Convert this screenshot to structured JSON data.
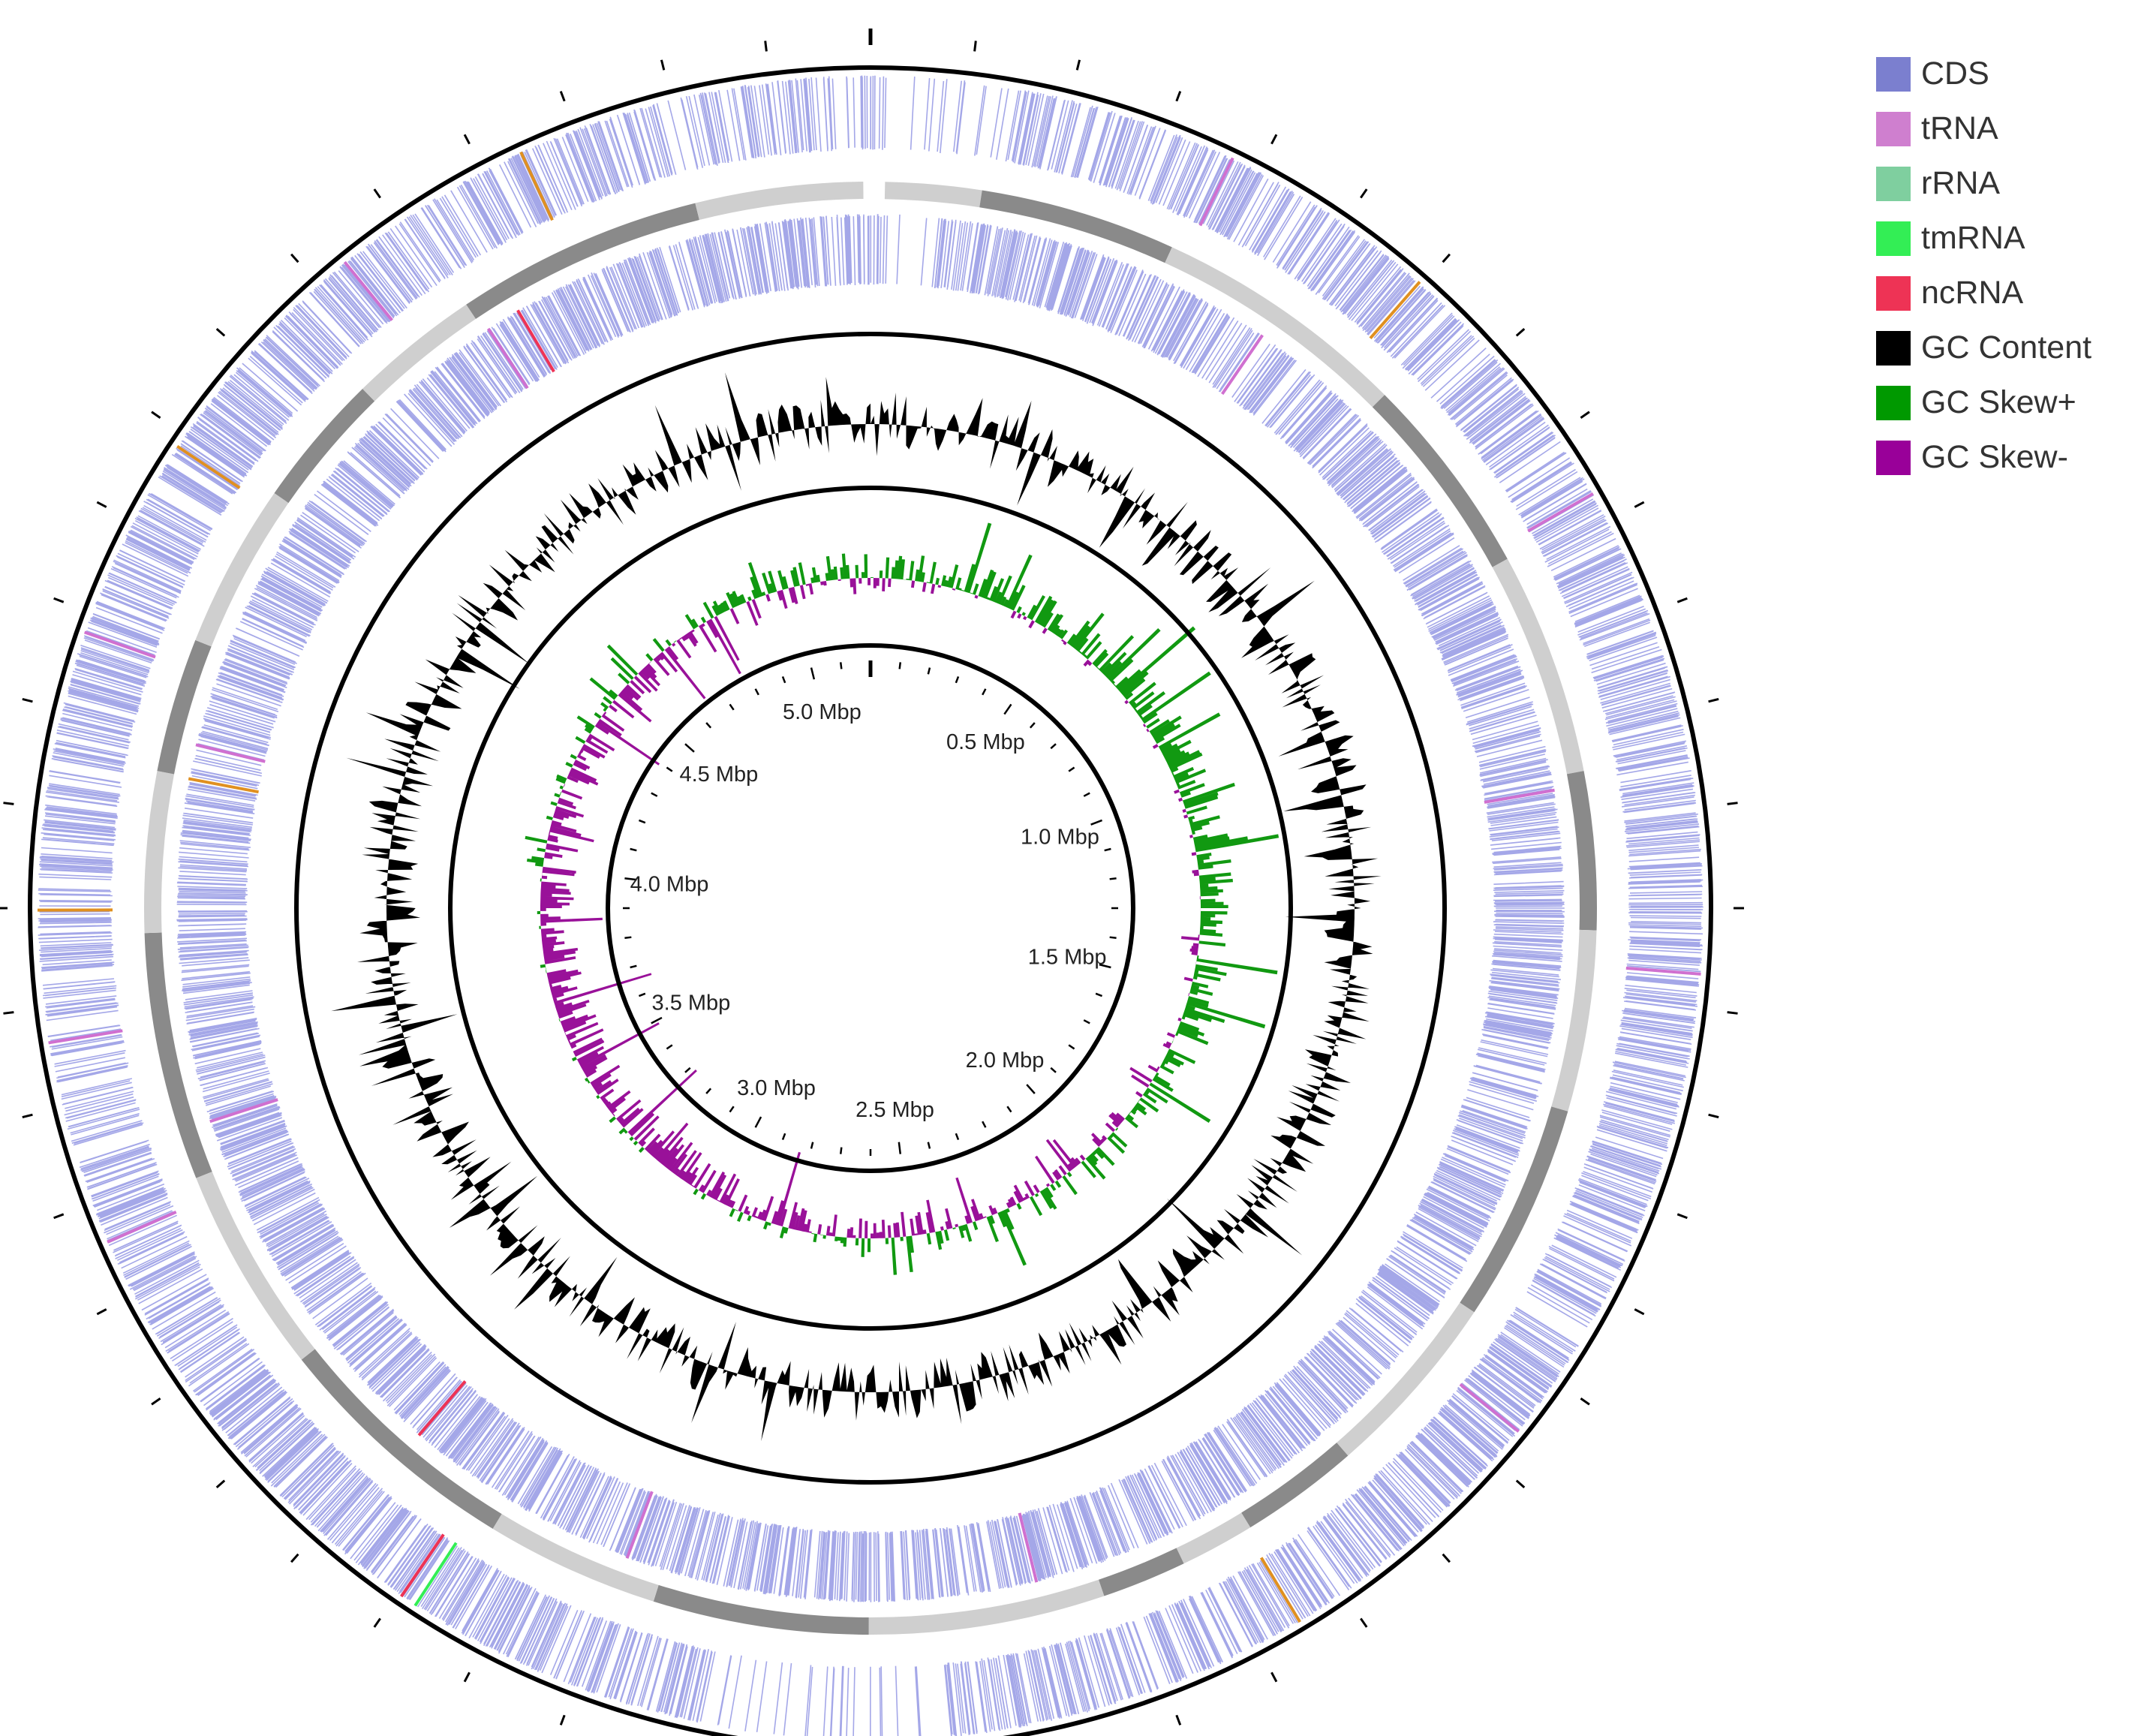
{
  "legend": {
    "items": [
      {
        "label": "CDS",
        "color": "#7b7fcf"
      },
      {
        "label": "tRNA",
        "color": "#cf7fcf"
      },
      {
        "label": "rRNA",
        "color": "#7fcf9f"
      },
      {
        "label": "tmRNA",
        "color": "#33ee55"
      },
      {
        "label": "ncRNA",
        "color": "#ee3355"
      },
      {
        "label": "GC Content",
        "color": "#000000"
      },
      {
        "label": "GC Skew+",
        "color": "#009900"
      },
      {
        "label": "GC Skew-",
        "color": "#990099"
      }
    ]
  },
  "genome": {
    "size_mbp": 5.2,
    "tick_labels": [
      {
        "label": "0.5 Mbp",
        "mbp": 0.5
      },
      {
        "label": "1.0 Mbp",
        "mbp": 1.0
      },
      {
        "label": "1.5 Mbp",
        "mbp": 1.5
      },
      {
        "label": "2.0 Mbp",
        "mbp": 2.0
      },
      {
        "label": "2.5 Mbp",
        "mbp": 2.5
      },
      {
        "label": "3.0 Mbp",
        "mbp": 3.0
      },
      {
        "label": "3.5 Mbp",
        "mbp": 3.5
      },
      {
        "label": "4.0 Mbp",
        "mbp": 4.0
      },
      {
        "label": "4.5 Mbp",
        "mbp": 4.5
      },
      {
        "label": "5.0 Mbp",
        "mbp": 5.0
      }
    ]
  },
  "colors": {
    "cds": "#5a5fd6",
    "trna": "#d070d0",
    "rrna": "#e09020",
    "tmrna": "#33ee55",
    "ncrna": "#ee3355",
    "gc_content": "#000000",
    "skew_pos": "#119911",
    "skew_neg": "#991199",
    "contig_light": "#cfcfcf",
    "contig_dark": "#8a8a8a"
  }
}
